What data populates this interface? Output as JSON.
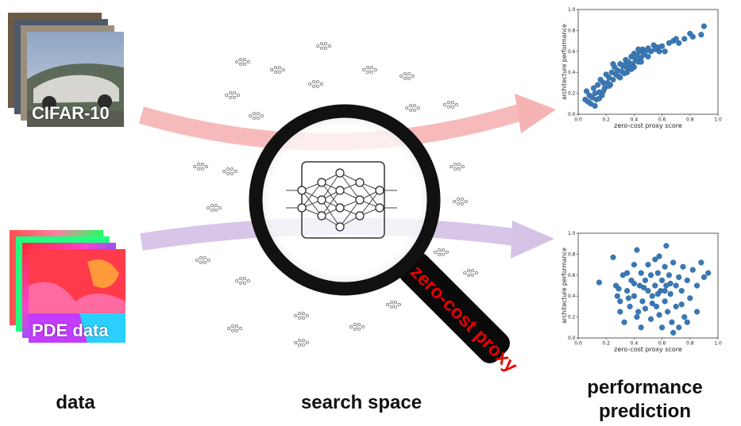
{
  "labels": {
    "data": "data",
    "search_space": "search space",
    "performance_line1": "performance",
    "performance_line2": "prediction",
    "cifar": "CIFAR-10",
    "pde": "PDE data",
    "proxy": "zero-cost proxy"
  },
  "colors": {
    "red_arrow": "#f6b3b3",
    "purple_arrow": "#d5c3e6",
    "lens_ring": "#111111",
    "proxy_text": "#e60000",
    "point": "#3a78b5"
  },
  "chart_data": [
    {
      "type": "scatter",
      "xlabel": "zero-cost proxy score",
      "ylabel": "architecture performance",
      "xlim": [
        0,
        1
      ],
      "ylim": [
        0,
        1
      ],
      "xticks": [
        "0.0",
        "0.2",
        "0.4",
        "0.6",
        "0.8",
        "1.0"
      ],
      "yticks": [
        "0.0",
        "0.2",
        "0.4",
        "0.6",
        "0.8",
        "1.0"
      ],
      "points": [
        [
          0.05,
          0.14
        ],
        [
          0.06,
          0.22
        ],
        [
          0.07,
          0.12
        ],
        [
          0.08,
          0.18
        ],
        [
          0.09,
          0.1
        ],
        [
          0.1,
          0.16
        ],
        [
          0.11,
          0.25
        ],
        [
          0.12,
          0.2
        ],
        [
          0.13,
          0.14
        ],
        [
          0.14,
          0.28
        ],
        [
          0.15,
          0.21
        ],
        [
          0.16,
          0.33
        ],
        [
          0.17,
          0.18
        ],
        [
          0.18,
          0.3
        ],
        [
          0.19,
          0.25
        ],
        [
          0.2,
          0.38
        ],
        [
          0.21,
          0.3
        ],
        [
          0.22,
          0.35
        ],
        [
          0.23,
          0.28
        ],
        [
          0.24,
          0.4
        ],
        [
          0.25,
          0.33
        ],
        [
          0.26,
          0.45
        ],
        [
          0.27,
          0.38
        ],
        [
          0.28,
          0.42
        ],
        [
          0.29,
          0.36
        ],
        [
          0.3,
          0.48
        ],
        [
          0.31,
          0.41
        ],
        [
          0.32,
          0.46
        ],
        [
          0.33,
          0.39
        ],
        [
          0.34,
          0.52
        ],
        [
          0.35,
          0.44
        ],
        [
          0.36,
          0.5
        ],
        [
          0.37,
          0.46
        ],
        [
          0.38,
          0.55
        ],
        [
          0.39,
          0.48
        ],
        [
          0.4,
          0.58
        ],
        [
          0.41,
          0.52
        ],
        [
          0.42,
          0.56
        ],
        [
          0.43,
          0.5
        ],
        [
          0.44,
          0.6
        ],
        [
          0.45,
          0.54
        ],
        [
          0.46,
          0.62
        ],
        [
          0.47,
          0.57
        ],
        [
          0.48,
          0.6
        ],
        [
          0.5,
          0.63
        ],
        [
          0.52,
          0.6
        ],
        [
          0.54,
          0.66
        ],
        [
          0.55,
          0.62
        ],
        [
          0.57,
          0.64
        ],
        [
          0.6,
          0.65
        ],
        [
          0.62,
          0.6
        ],
        [
          0.65,
          0.68
        ],
        [
          0.68,
          0.7
        ],
        [
          0.72,
          0.68
        ],
        [
          0.76,
          0.72
        ],
        [
          0.8,
          0.77
        ],
        [
          0.82,
          0.74
        ],
        [
          0.88,
          0.76
        ],
        [
          0.9,
          0.84
        ],
        [
          0.18,
          0.22
        ],
        [
          0.22,
          0.27
        ],
        [
          0.3,
          0.35
        ],
        [
          0.35,
          0.4
        ],
        [
          0.4,
          0.45
        ],
        [
          0.45,
          0.5
        ],
        [
          0.5,
          0.55
        ],
        [
          0.15,
          0.15
        ],
        [
          0.12,
          0.08
        ],
        [
          0.33,
          0.47
        ],
        [
          0.43,
          0.62
        ],
        [
          0.58,
          0.6
        ],
        [
          0.7,
          0.72
        ],
        [
          0.25,
          0.48
        ],
        [
          0.38,
          0.43
        ]
      ]
    },
    {
      "type": "scatter",
      "xlabel": "zero-cost proxy score",
      "ylabel": "architecture performance",
      "xlim": [
        0,
        1
      ],
      "ylim": [
        0,
        1
      ],
      "xticks": [
        "0.0",
        "0.2",
        "0.4",
        "0.6",
        "0.8",
        "1.0"
      ],
      "yticks": [
        "0.0",
        "0.2",
        "0.4",
        "0.6",
        "0.8",
        "1.0"
      ],
      "points": [
        [
          0.15,
          0.53
        ],
        [
          0.25,
          0.77
        ],
        [
          0.27,
          0.5
        ],
        [
          0.28,
          0.4
        ],
        [
          0.3,
          0.35
        ],
        [
          0.3,
          0.25
        ],
        [
          0.32,
          0.6
        ],
        [
          0.33,
          0.15
        ],
        [
          0.35,
          0.45
        ],
        [
          0.37,
          0.3
        ],
        [
          0.38,
          0.55
        ],
        [
          0.4,
          0.7
        ],
        [
          0.4,
          0.4
        ],
        [
          0.42,
          0.84
        ],
        [
          0.42,
          0.2
        ],
        [
          0.44,
          0.5
        ],
        [
          0.45,
          0.62
        ],
        [
          0.46,
          0.35
        ],
        [
          0.48,
          0.28
        ],
        [
          0.48,
          0.55
        ],
        [
          0.5,
          0.45
        ],
        [
          0.5,
          0.7
        ],
        [
          0.52,
          0.18
        ],
        [
          0.52,
          0.6
        ],
        [
          0.53,
          0.4
        ],
        [
          0.55,
          0.75
        ],
        [
          0.55,
          0.5
        ],
        [
          0.56,
          0.3
        ],
        [
          0.57,
          0.62
        ],
        [
          0.58,
          0.22
        ],
        [
          0.59,
          0.45
        ],
        [
          0.6,
          0.55
        ],
        [
          0.6,
          0.1
        ],
        [
          0.62,
          0.68
        ],
        [
          0.62,
          0.35
        ],
        [
          0.63,
          0.5
        ],
        [
          0.64,
          0.25
        ],
        [
          0.65,
          0.6
        ],
        [
          0.66,
          0.42
        ],
        [
          0.67,
          0.15
        ],
        [
          0.68,
          0.05
        ],
        [
          0.68,
          0.72
        ],
        [
          0.7,
          0.5
        ],
        [
          0.7,
          0.3
        ],
        [
          0.72,
          0.58
        ],
        [
          0.72,
          0.1
        ],
        [
          0.74,
          0.45
        ],
        [
          0.75,
          0.68
        ],
        [
          0.76,
          0.2
        ],
        [
          0.78,
          0.55
        ],
        [
          0.8,
          0.38
        ],
        [
          0.82,
          0.65
        ],
        [
          0.85,
          0.25
        ],
        [
          0.85,
          0.5
        ],
        [
          0.88,
          0.72
        ],
        [
          0.9,
          0.58
        ],
        [
          0.93,
          0.62
        ],
        [
          0.35,
          0.62
        ],
        [
          0.45,
          0.1
        ],
        [
          0.58,
          0.78
        ],
        [
          0.63,
          0.88
        ],
        [
          0.43,
          0.25
        ],
        [
          0.53,
          0.33
        ],
        [
          0.36,
          0.38
        ],
        [
          0.66,
          0.52
        ],
        [
          0.74,
          0.32
        ],
        [
          0.47,
          0.48
        ],
        [
          0.57,
          0.42
        ],
        [
          0.29,
          0.47
        ],
        [
          0.78,
          0.15
        ],
        [
          0.4,
          0.52
        ],
        [
          0.62,
          0.45
        ]
      ]
    }
  ]
}
